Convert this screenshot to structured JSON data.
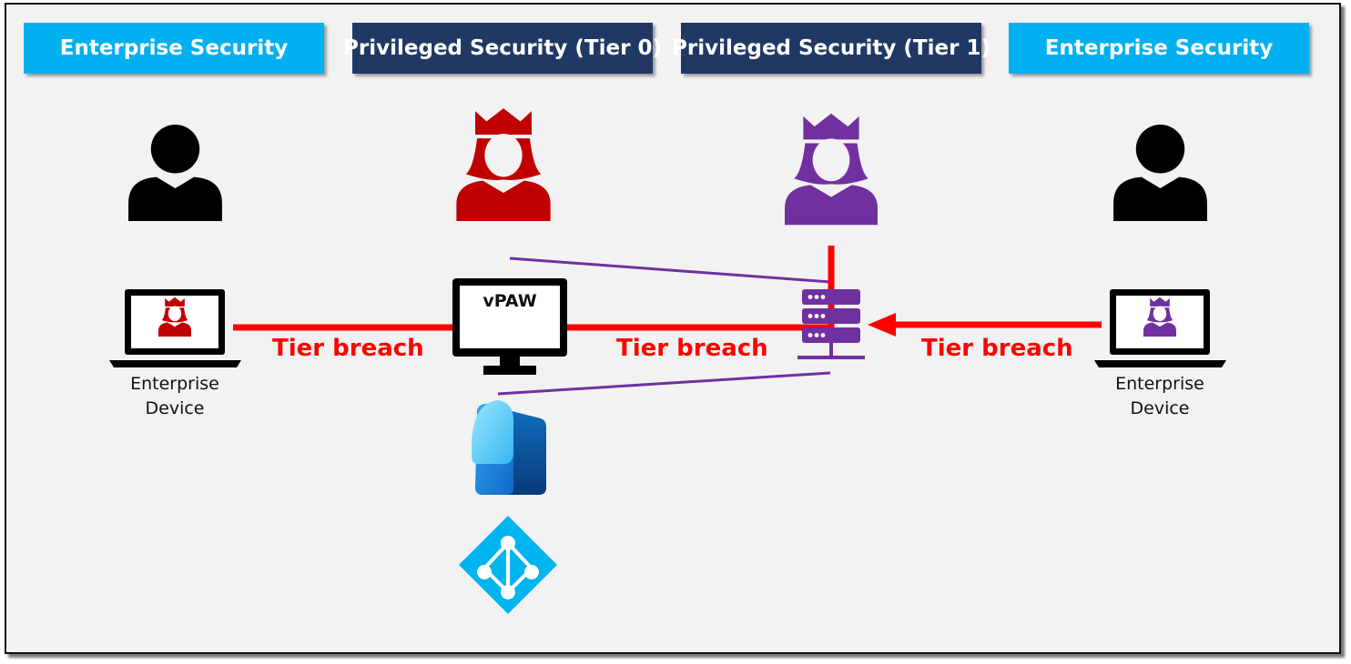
{
  "headers": [
    {
      "label": "Enterprise Security",
      "style": "enterprise"
    },
    {
      "label": "Privileged Security (Tier 0)",
      "style": "privileged"
    },
    {
      "label": "Privileged Security (Tier 1)",
      "style": "privileged"
    },
    {
      "label": "Enterprise Security",
      "style": "enterprise"
    }
  ],
  "devices": {
    "left": {
      "label_line1": "Enterprise",
      "label_line2": "Device",
      "inner_icon": "tier0-admin-icon"
    },
    "right": {
      "label_line1": "Enterprise",
      "label_line2": "Device",
      "inner_icon": "tier1-admin-icon"
    }
  },
  "vpaw": {
    "label": "vPAW",
    "icon": "monitor-icon"
  },
  "breach_labels": [
    "Tier breach",
    "Tier breach",
    "Tier breach"
  ],
  "icons": {
    "user_left": "user-icon",
    "admin_tier0": "crowned-admin-icon",
    "admin_tier1": "crowned-admin-icon",
    "user_right": "user-icon",
    "server": "server-icon",
    "app": "azure-virtual-desktop-icon",
    "directory": "entra-id-icon"
  },
  "colors": {
    "enterprise": "#00b0f0",
    "privileged": "#203864",
    "tier0": "#c00000",
    "tier1": "#7030a0",
    "breach": "#ff0000",
    "connector": "#7030a0"
  }
}
